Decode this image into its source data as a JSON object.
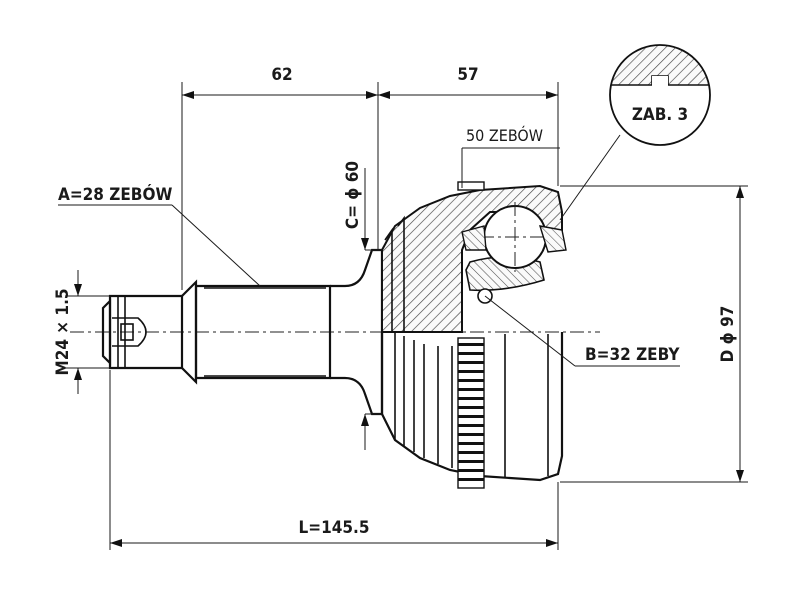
{
  "dimensions": {
    "length_a": "62",
    "length_b": "57",
    "total_length": "L=145.5",
    "outer_diameter": "D ϕ 97",
    "shaft_diameter": "C= ϕ 60",
    "thread": "M24 × 1.5"
  },
  "annotations": {
    "outer_spline": "A=28 ZEBÓW",
    "inner_spline": "B=32 ZEBY",
    "abs_ring_teeth": "50 ZEBÓW",
    "detail_callout": "ZAB. 3"
  }
}
